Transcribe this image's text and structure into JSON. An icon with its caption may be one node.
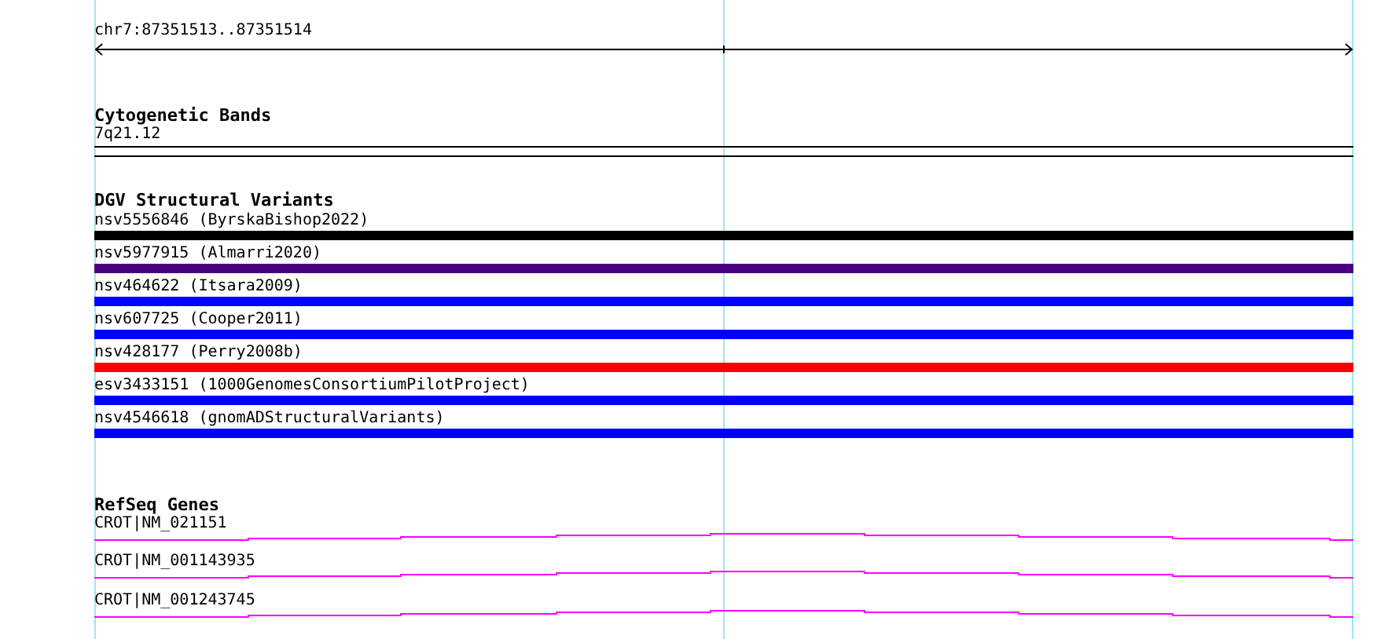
{
  "diagram": {
    "nodes": [
      {
        "text": [
          "7q21.12"
        ]
      },
      {
        "text": [
          "nsv5556846 (ByrskaBishop2022)"
        ]
      },
      {
        "text": [
          "nsv5977915 (Almarri2020)"
        ]
      },
      {
        "text": [
          "nsv464622 (Itsara2009)"
        ]
      },
      {
        "text": [
          "nsv607725 (Cooper2011)"
        ]
      },
      {
        "text": [
          "nsv428177 (Perry2008b)"
        ]
      },
      {
        "text": [
          "esv3433151 (1000GenomesConsortiumPilotProject)"
        ]
      },
      {
        "text": [
          "nsv4546618 (gnomADStructuralVariants)"
        ]
      },
      {
        "text": [
          "CROT|NM_021151"
        ]
      },
      {
        "text": [
          "CROT|NM_001143935"
        ]
      },
      {
        "text": [
          "CROT|NM_001243745"
        ]
      }
    ],
    "labels": [
      "chr7:87351513..87351514",
      "Cytogenetic Bands",
      "DGV Structural Variants",
      "RefSeq Genes"
    ]
  }
}
